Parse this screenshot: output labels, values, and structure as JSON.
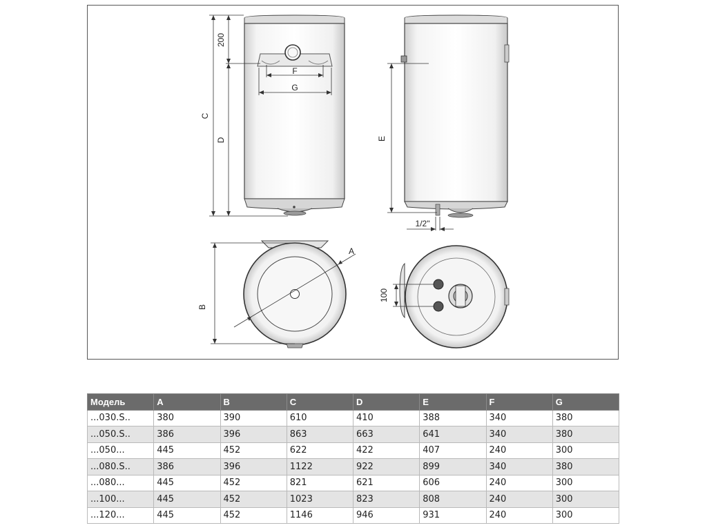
{
  "drawing": {
    "labels": {
      "dim_200": "200",
      "C": "C",
      "D": "D",
      "F": "F",
      "G": "G",
      "E": "E",
      "pipe": "1/2\"",
      "B": "B",
      "A": "A",
      "dim_100": "100"
    }
  },
  "table": {
    "headers": [
      "Модель",
      "A",
      "B",
      "C",
      "D",
      "E",
      "F",
      "G"
    ],
    "rows": [
      [
        "...030.S..",
        "380",
        "390",
        "610",
        "410",
        "388",
        "340",
        "380"
      ],
      [
        "...050.S..",
        "386",
        "396",
        "863",
        "663",
        "641",
        "340",
        "380"
      ],
      [
        "...050...",
        "445",
        "452",
        "622",
        "422",
        "407",
        "240",
        "300"
      ],
      [
        "...080.S..",
        "386",
        "396",
        "1122",
        "922",
        "899",
        "340",
        "380"
      ],
      [
        "...080...",
        "445",
        "452",
        "821",
        "621",
        "606",
        "240",
        "300"
      ],
      [
        "...100...",
        "445",
        "452",
        "1023",
        "823",
        "808",
        "240",
        "300"
      ],
      [
        "...120...",
        "445",
        "452",
        "1146",
        "946",
        "931",
        "240",
        "300"
      ]
    ]
  }
}
